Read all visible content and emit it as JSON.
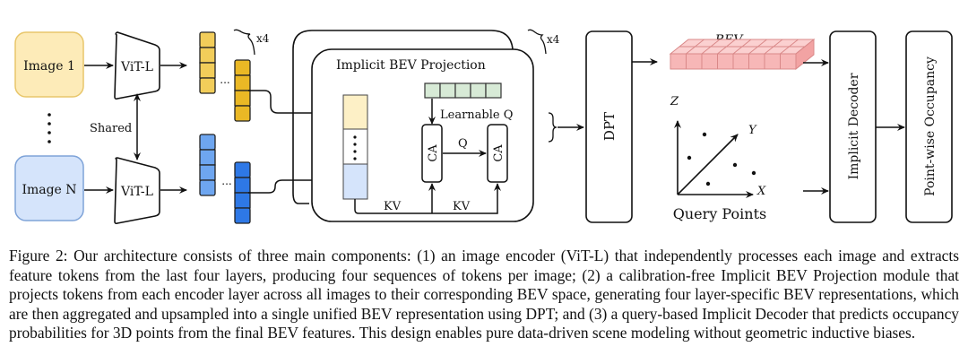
{
  "figure": {
    "inputs": [
      {
        "label": "Image 1",
        "fill": "#fdebb8",
        "stroke": "#e8c66a"
      },
      {
        "label": "Image N",
        "fill": "#d5e4fb",
        "stroke": "#7ea3d8"
      }
    ],
    "encoder_label": "ViT-L",
    "shared_label": "Shared",
    "repeat_label": "x4",
    "token_colors": {
      "yellow_light": "#f2cd5a",
      "yellow_dark": "#eab825",
      "blue_light": "#6ea6f0",
      "blue_dark": "#2e78e6"
    },
    "dots": "...",
    "projection": {
      "title": "Implicit BEV Projection",
      "learnable_q": "Learnable Q",
      "ca": "CA",
      "q": "Q",
      "kv": "KV",
      "query_color": "#d7ead6"
    },
    "dpt_label": "DPT",
    "bev_label": "BEV",
    "bev_color": "#f7b7b7",
    "axes": {
      "z": "Z",
      "y": "Y",
      "x": "X"
    },
    "query_points_label": "Query Points",
    "decoder_label": "Implicit Decoder",
    "output_label": "Point-wise Occupancy"
  },
  "caption": "Figure 2: Our architecture consists of three main components: (1) an image encoder (ViT-L) that independently processes each image and extracts feature tokens from the last four layers, producing four sequences of tokens per image; (2) a calibration-free Implicit BEV Projection module that projects tokens from each encoder layer across all images to their corresponding BEV space, generating four layer-specific BEV representations, which are then aggregated and upsampled into a single unified BEV representation using DPT; and (3) a query-based Implicit Decoder that predicts occupancy probabilities for 3D points from the final BEV features. This design enables pure data-driven scene modeling without geometric inductive biases."
}
